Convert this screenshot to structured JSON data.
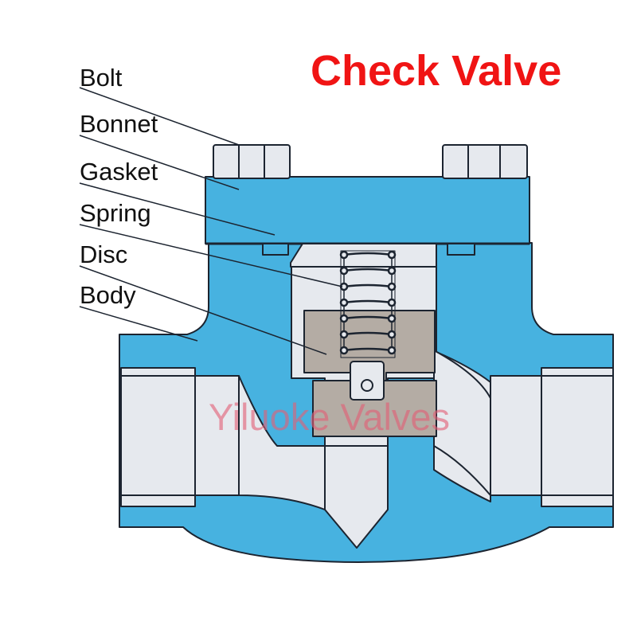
{
  "title": "Check Valve",
  "labels": {
    "bolt": "Bolt",
    "bonnet": "Bonnet",
    "gasket": "Gasket",
    "spring": "Spring",
    "disc": "Disc",
    "body": "Body"
  },
  "watermark": "Yiluoke Valves",
  "colors": {
    "title": "#f01414",
    "body_fill": "#47b2e0",
    "interior_fill": "#e6e9ee",
    "disc_fill": "#b4aca4",
    "outline": "#1c2430"
  }
}
